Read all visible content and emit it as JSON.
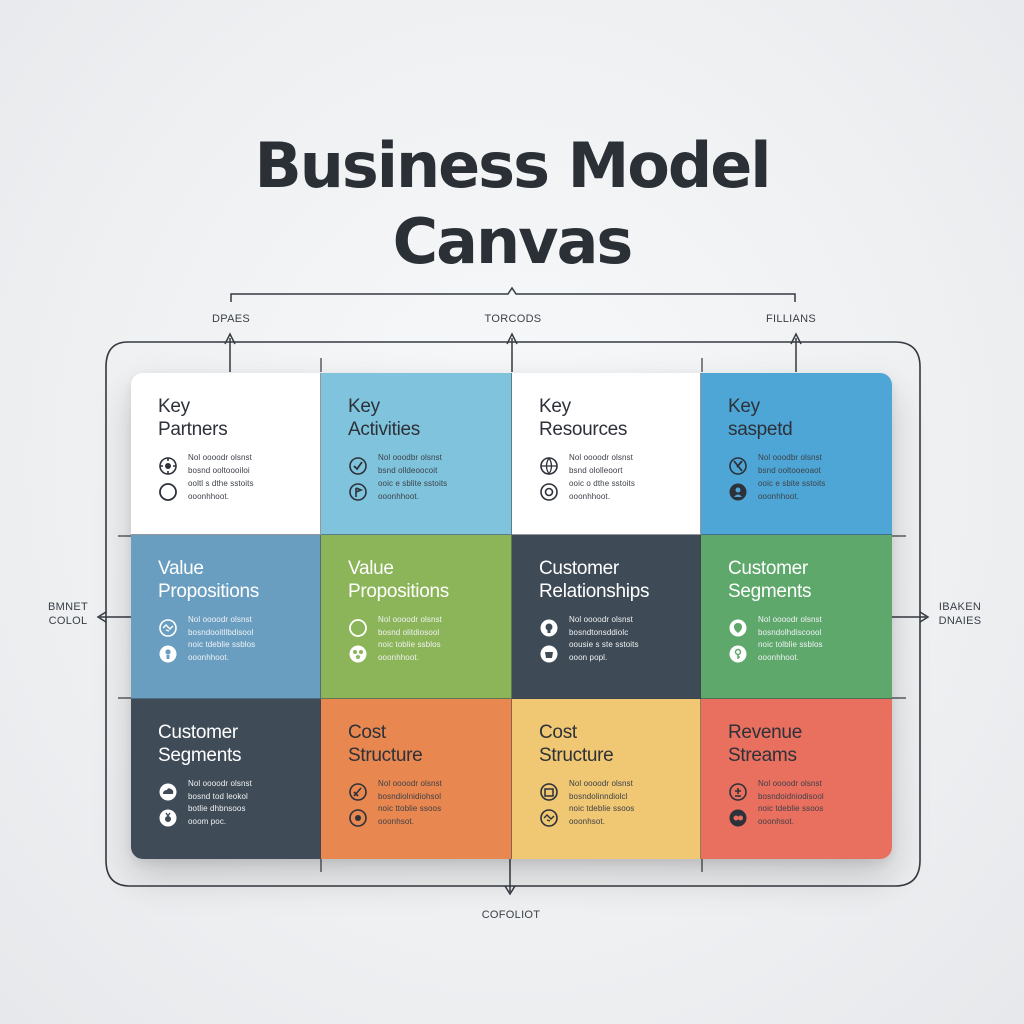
{
  "title": {
    "line1": "Business Model",
    "line2": "Canvas"
  },
  "top_labels": {
    "left": "DPAES",
    "center": "TORCODS",
    "right": "FILLIANS"
  },
  "side_labels": {
    "left": "BMNET\nCOLOL",
    "right": "IBAKEN\nDNAIES",
    "bottom": "COFOLIOT"
  },
  "colors": {
    "white": "#ffffff",
    "light_blue": "#7fc4dc",
    "blue": "#4ea6d6",
    "steel_blue": "#6a9ec1",
    "green": "#8bb558",
    "dark_slate": "#3e4a55",
    "emerald": "#5ea86b",
    "charcoal": "#3f4b56",
    "orange": "#e8874f",
    "sand": "#f0c772",
    "coral": "#e96f5f"
  },
  "cells": [
    {
      "title": "Key\nPartners",
      "bg": "#ffffff",
      "text": "dark",
      "items": [
        {
          "icon": "gear-icon",
          "desc": "Nol oooodr olsnst\nbosnd ooltoooiloi"
        },
        {
          "icon": "circle-icon",
          "desc": "ooltl s dthe sstoits\nooonhhoot."
        }
      ]
    },
    {
      "title": "Key\nActivities",
      "bg": "#7fc4dc",
      "text": "dark",
      "items": [
        {
          "icon": "checkmark-icon",
          "desc": "Nol ooodbr olsnst\nbsnd olldeoocoit"
        },
        {
          "icon": "flag-icon",
          "desc": "ooic e sblite sstoits\nooonhhoot."
        }
      ]
    },
    {
      "title": "Key\nResources",
      "bg": "#ffffff",
      "text": "dark",
      "items": [
        {
          "icon": "globe-icon",
          "desc": "Nol oooodr olsnst\nbsnd ololleoort"
        },
        {
          "icon": "settings-icon",
          "desc": "ooic o dthe sstoits\nooonhhoot."
        }
      ]
    },
    {
      "title": "Key\nsaspetd",
      "bg": "#4ea6d6",
      "text": "dark",
      "items": [
        {
          "icon": "tools-icon",
          "desc": "Nol ooodbr olsnst\nbsnd ooltooeoaot"
        },
        {
          "icon": "person-icon",
          "desc": "ooic e sbite sstoits\nooonhhoot."
        }
      ]
    },
    {
      "title": "Value\nPropositions",
      "bg": "#6a9ec1",
      "text": "light",
      "items": [
        {
          "icon": "handshake-icon",
          "desc": "Nol oooodr olsnst\nbosndooitllbdisool\nnoic tdeblie ssblos\nooonhhoot."
        },
        {
          "icon": "user-icon",
          "desc": ""
        }
      ]
    },
    {
      "title": "Value\nPropositions",
      "bg": "#8bb558",
      "text": "light",
      "items": [
        {
          "icon": "circle-icon",
          "desc": "Nol oooodr olsnst\nbosnd olitdiosool\nnoic toblie ssblos\nooonhhoot."
        },
        {
          "icon": "network-icon",
          "desc": ""
        }
      ]
    },
    {
      "title": "Customer\nRelationships",
      "bg": "#3e4a55",
      "text": "light",
      "items": [
        {
          "icon": "bulb-icon",
          "desc": "Nol oooodr olsnst\nbosndtonsddiolc\noousie s ste sstoits\nooon popl."
        },
        {
          "icon": "cup-icon",
          "desc": ""
        }
      ]
    },
    {
      "title": "Customer\nSegments",
      "bg": "#5ea86b",
      "text": "light",
      "items": [
        {
          "icon": "pin-icon",
          "desc": "Nol oooodr olsnst\nbosndolhdiscoool\nnoic tolblie ssblos\nooonhhoot."
        },
        {
          "icon": "key-icon",
          "desc": ""
        }
      ]
    },
    {
      "title": "Customer\nSegments",
      "bg": "#3f4b56",
      "text": "light",
      "items": [
        {
          "icon": "cloud-icon",
          "desc": "Nol oooodr olsnst\nbosnd tod leokol\nbotlie dhbnsoos\nooom poc."
        },
        {
          "icon": "medal-icon",
          "desc": ""
        }
      ]
    },
    {
      "title": "Cost\nStructure",
      "bg": "#e8874f",
      "text": "dark",
      "items": [
        {
          "icon": "pencil-icon",
          "desc": "Nol oooodr olsnst\nbosndiolnidiohsol\nnoic ttoblie ssoos\nooonhsot."
        },
        {
          "icon": "chart-icon",
          "desc": ""
        }
      ]
    },
    {
      "title": "Cost\nStructure",
      "bg": "#f0c772",
      "text": "dark",
      "items": [
        {
          "icon": "box-icon",
          "desc": "Nol oooodr olsnst\nbosndolinndiolcl\nnoic tdeblie ssoos\nooonhsot."
        },
        {
          "icon": "handshake-icon",
          "desc": ""
        }
      ]
    },
    {
      "title": "Revenue\nStreams",
      "bg": "#e96f5f",
      "text": "dark",
      "items": [
        {
          "icon": "lamp-icon",
          "desc": "Nol oooodr olsnst\nbosndoidniodisool\nnoic tdeblie ssoos\nooonhsot."
        },
        {
          "icon": "coins-icon",
          "desc": ""
        }
      ]
    }
  ]
}
